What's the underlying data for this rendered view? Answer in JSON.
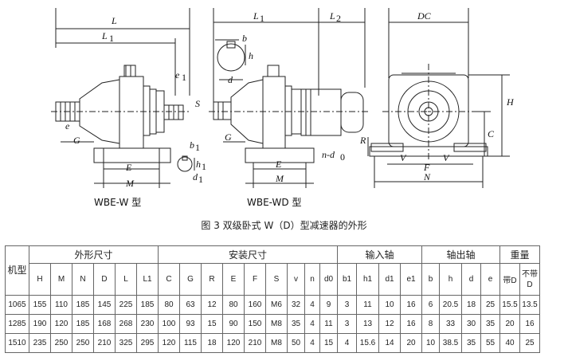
{
  "figure": {
    "left_labels": {
      "L": "L",
      "L1": "L",
      "L1_sub": "1",
      "e1": "e",
      "e1_sub": "1",
      "S": "S",
      "e": "e",
      "G": "G",
      "E": "E",
      "M": "M",
      "b1": "b",
      "b1_sub": "1",
      "h1": "h",
      "h1_sub": "1",
      "d1": "d",
      "d1_sub": "1",
      "model": "WBE-W 型"
    },
    "right_labels": {
      "L1": "L",
      "L1_sub": "1",
      "L2": "L",
      "L2_sub": "2",
      "b": "b",
      "h": "h",
      "d": "d",
      "G": "G",
      "E": "E",
      "M": "M",
      "ndo": "n-d",
      "ndo_sub": "0",
      "model": "WBE-WD 型"
    },
    "end_labels": {
      "DC": "DC",
      "H": "H",
      "C": "C",
      "R": "R",
      "V1": "V",
      "V2": "V",
      "F": "F",
      "N": "N"
    }
  },
  "caption": "图 3  双级卧式 W（D）型减速器的外形",
  "table": {
    "row_header": "机型",
    "groups": [
      {
        "label": "外形尺寸"
      },
      {
        "label": "安装尺寸"
      },
      {
        "label": "输入轴"
      },
      {
        "label": "轴出轴"
      },
      {
        "label": "重量"
      }
    ],
    "columns": [
      "H",
      "M",
      "N",
      "D",
      "L",
      "L1",
      "C",
      "G",
      "R",
      "E",
      "F",
      "S",
      "v",
      "n",
      "d0",
      "b1",
      "h1",
      "d1",
      "e1",
      "b",
      "h",
      "d",
      "e",
      "带D",
      "不带D"
    ],
    "rows": [
      {
        "model": "1065",
        "values": [
          "155",
          "110",
          "185",
          "145",
          "225",
          "185",
          "80",
          "63",
          "12",
          "80",
          "160",
          "M6",
          "32",
          "4",
          "9",
          "3",
          "11",
          "10",
          "16",
          "6",
          "20.5",
          "18",
          "25",
          "15.5",
          "13.5"
        ]
      },
      {
        "model": "1285",
        "values": [
          "190",
          "120",
          "185",
          "168",
          "268",
          "230",
          "100",
          "93",
          "15",
          "90",
          "150",
          "M8",
          "35",
          "4",
          "11",
          "3",
          "13",
          "12",
          "16",
          "8",
          "33",
          "30",
          "35",
          "20",
          "16"
        ]
      },
      {
        "model": "1510",
        "values": [
          "235",
          "250",
          "250",
          "210",
          "325",
          "295",
          "120",
          "115",
          "18",
          "120",
          "210",
          "M8",
          "50",
          "4",
          "15",
          "4",
          "15.6",
          "14",
          "20",
          "10",
          "38.5",
          "35",
          "55",
          "40",
          "25"
        ]
      }
    ]
  }
}
